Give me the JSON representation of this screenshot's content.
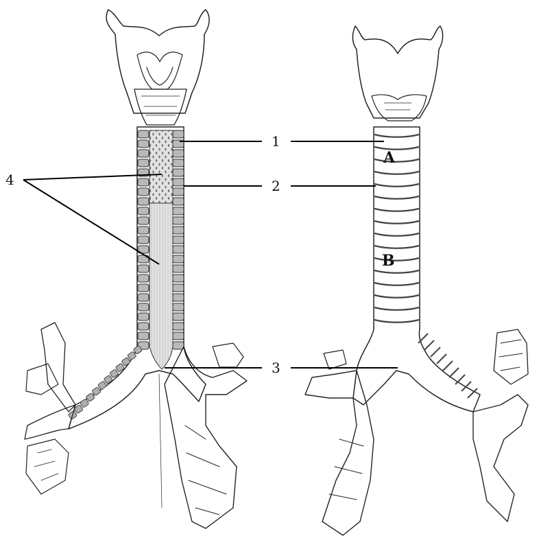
{
  "figure": {
    "left_specimen": "cut-open-trachea",
    "right_specimen": "external-trachea"
  },
  "labels": {
    "n1": "1",
    "n2": "2",
    "n3": "3",
    "n4": "4",
    "A": "A",
    "B": "B"
  },
  "colors": {
    "ink": "#222222",
    "tissue_light": "#e6e6e6",
    "tissue_mid": "#bdbdbd",
    "tissue_dark": "#7a7a7a",
    "leader": "#000000"
  }
}
